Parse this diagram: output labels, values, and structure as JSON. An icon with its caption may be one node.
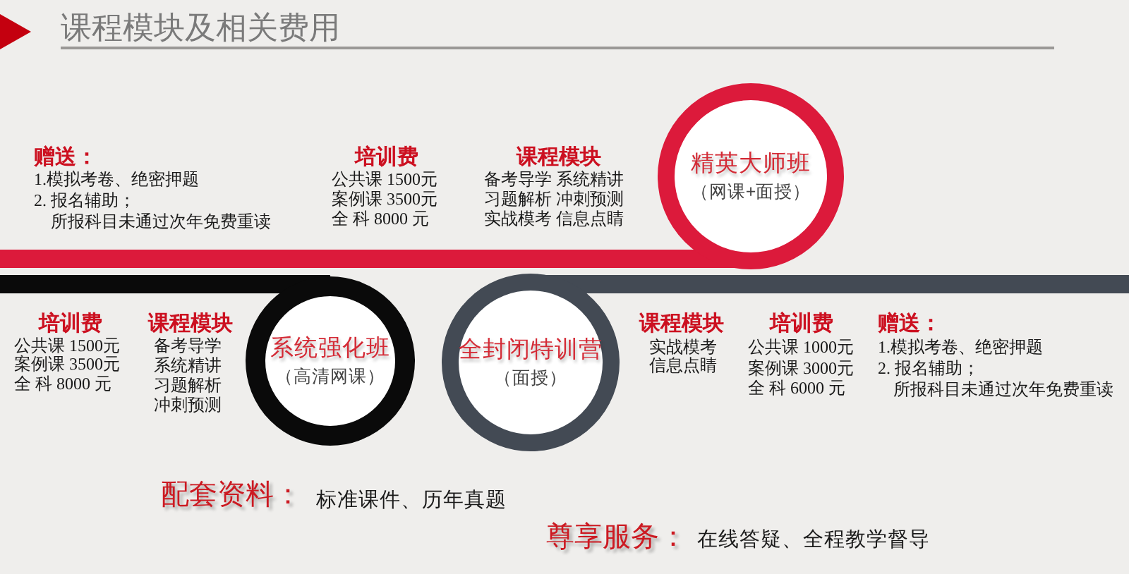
{
  "diagram": {
    "title": "课程模块及相关费用",
    "nodes": [
      {
        "text": [
          "精英大师班",
          "（网课+面授）"
        ],
        "beside": [
          "赠送：",
          "1.模拟考卷、绝密押题",
          "2. 报名辅助；",
          "所报科目未通过次年免费重读",
          "培训费",
          "公共课 1500元",
          "案例课 3500元",
          "全 科 8000 元",
          "课程模块",
          "备考导学 系统精讲",
          "习题解析 冲刺预测",
          "实战模考 信息点睛"
        ]
      },
      {
        "text": [
          "系统强化班",
          "（高清网课）"
        ],
        "beside": [
          "培训费",
          "公共课 1500元",
          "案例课 3500元",
          "全 科 8000 元",
          "课程模块",
          "备考导学",
          "系统精讲",
          "习题解析",
          "冲刺预测"
        ]
      },
      {
        "text": [
          "全封闭特训营",
          "（面授）"
        ],
        "beside": [
          "课程模块",
          "实战模考",
          "信息点睛",
          "培训费",
          "公共课 1000元",
          "案例课 3000元",
          "全 科 6000 元",
          "赠送：",
          "1.模拟考卷、绝密押题",
          "2. 报名辅助；",
          "所报科目未通过次年免费重读"
        ]
      }
    ],
    "labels": [
      "配套资料：",
      "标准课件、历年真题",
      "尊享服务：",
      "在线答疑、全程教学督导"
    ]
  }
}
